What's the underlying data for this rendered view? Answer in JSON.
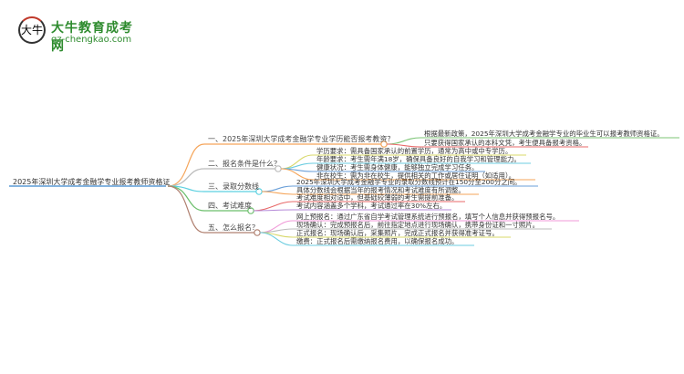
{
  "logo": {
    "title": "大牛教育成考网",
    "url": "gz-chengkao.com",
    "mark": "大牛"
  },
  "root": {
    "label": "2025年深圳大学成考金融学专业报考教师资格证",
    "color": "#5b9bd5"
  },
  "branches": [
    {
      "label": "一、2025年深圳大学成考金融学专业学历能否报考教资？",
      "color": "#f5a55a",
      "leaves": [
        {
          "text": "根据最新政策，2025年深圳大学成考金融学专业的毕业生可以报考教师资格证。",
          "color": "#7cc576"
        },
        {
          "text": "只要获得国家承认的本科文凭，考生便具备报考资格。",
          "color": "#e86a6a"
        }
      ]
    },
    {
      "label": "二、报名条件是什么？",
      "color": "#bbbbbb",
      "leaves": [
        {
          "text": "学历要求：需具备国家承认的前置学历，通常为高中或中专学历。",
          "color": "#d8d86a"
        },
        {
          "text": "年龄要求：考生需年满18岁，确保具备良好的自我学习和管理能力。",
          "color": "#6ccde0"
        },
        {
          "text": "健康状况：考生需身体健康，能够独立完成学习任务。",
          "color": "#6a9fd8"
        },
        {
          "text": "非在校生：需为非在校生，提供相关的工作或居住证明（如适用）。",
          "color": "#f5a55a"
        }
      ]
    },
    {
      "label": "三、录取分数线",
      "color": "#5cd0e0",
      "leaves": [
        {
          "text": "2025年深圳大学成考金融学专业的录取分数线预计在150分至200分之间。",
          "color": "#6a9fd8"
        },
        {
          "text": "具体分数线会根据当年的报考情况和考试难度有所调整。",
          "color": "#f5a55a"
        }
      ]
    },
    {
      "label": "四、考试难度",
      "color": "#6cbf6c",
      "leaves": [
        {
          "text": "考试难度相对适中，但基础较薄弱的考生需提前准备。",
          "color": "#e86a6a"
        },
        {
          "text": "考试内容涵盖多个学科，考试通过率在30%左右。",
          "color": "#b58ad8"
        }
      ]
    },
    {
      "label": "五、怎么报名？",
      "color": "#b08070",
      "leaves": [
        {
          "text": "网上预报名：通过广东省自学考试管理系统进行预报名，填写个人信息并获得预报名号。",
          "color": "#f09ad8"
        },
        {
          "text": "现场确认：完成预报名后，前往指定地点进行现场确认，携带身份证和一寸照片。",
          "color": "#bbbbbb"
        },
        {
          "text": "正式报名：现场确认后，采集照片，完成正式报名并获得准考证号。",
          "color": "#d8d86a"
        },
        {
          "text": "缴费：正式报名后需缴纳报名费用，以确保报名成功。",
          "color": "#6ccde0"
        }
      ]
    }
  ]
}
